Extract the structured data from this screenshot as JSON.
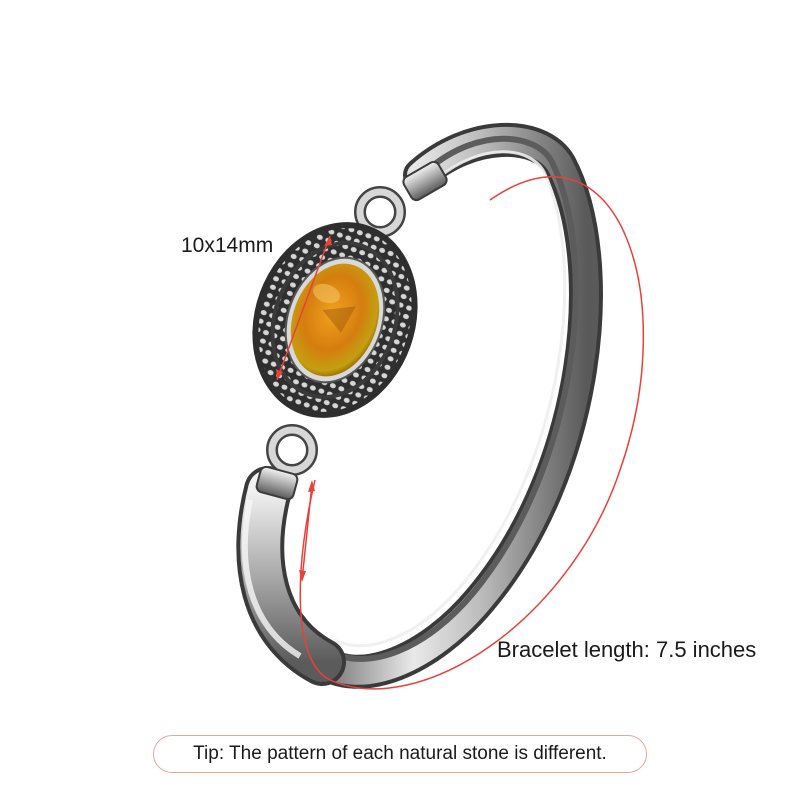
{
  "annotations": {
    "stone_size": "10x14mm",
    "bracelet_length": "Bracelet length: 7.5 inches"
  },
  "tip": {
    "text": "Tip: The pattern of each natural stone is different."
  },
  "colors": {
    "measure_line": "#e8413a",
    "tip_border": "#e3a99a",
    "amber": "#d98a14",
    "silver": "#c9c9c9"
  }
}
